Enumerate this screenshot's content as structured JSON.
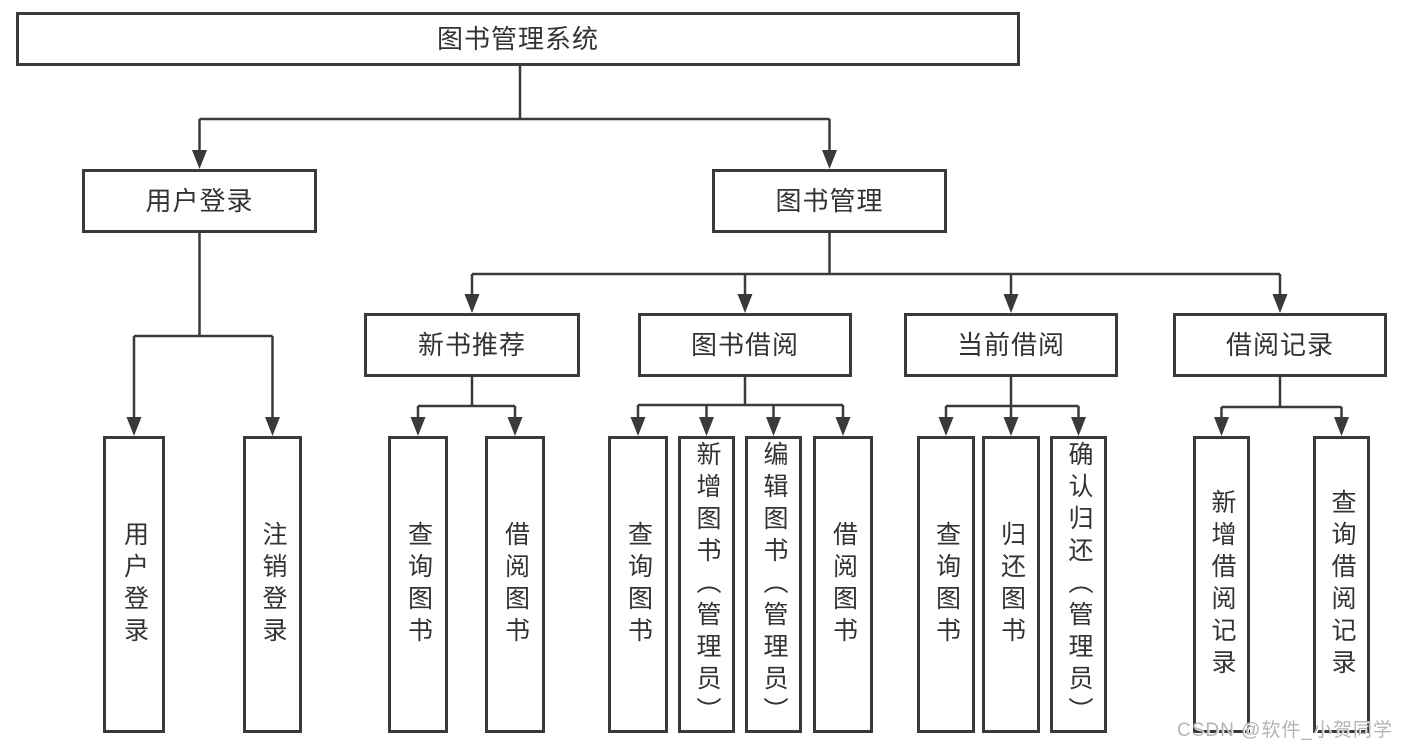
{
  "tree": {
    "root": {
      "label": "图书管理系统"
    },
    "level2": [
      {
        "label": "用户登录",
        "leaves": [
          {
            "label": "用户登录"
          },
          {
            "label": "注销登录"
          }
        ]
      },
      {
        "label": "图书管理",
        "groups": [
          {
            "label": "新书推荐",
            "leaves": [
              {
                "label": "查询图书"
              },
              {
                "label": "借阅图书"
              }
            ]
          },
          {
            "label": "图书借阅",
            "leaves": [
              {
                "label": "查询图书"
              },
              {
                "label": "新增图书（管理员）"
              },
              {
                "label": "编辑图书（管理员）"
              },
              {
                "label": "借阅图书"
              }
            ]
          },
          {
            "label": "当前借阅",
            "leaves": [
              {
                "label": "查询图书"
              },
              {
                "label": "归还图书"
              },
              {
                "label": "确认归还（管理员）"
              }
            ]
          },
          {
            "label": "借阅记录",
            "leaves": [
              {
                "label": "新增借阅记录"
              },
              {
                "label": "查询借阅记录"
              }
            ]
          }
        ]
      }
    ]
  },
  "watermark": {
    "text": "CSDN @软件_小贺同学"
  },
  "colors": {
    "line": "#3a3a3a",
    "text": "#333333",
    "watermark": "#b4b4b4",
    "background": "#ffffff"
  }
}
